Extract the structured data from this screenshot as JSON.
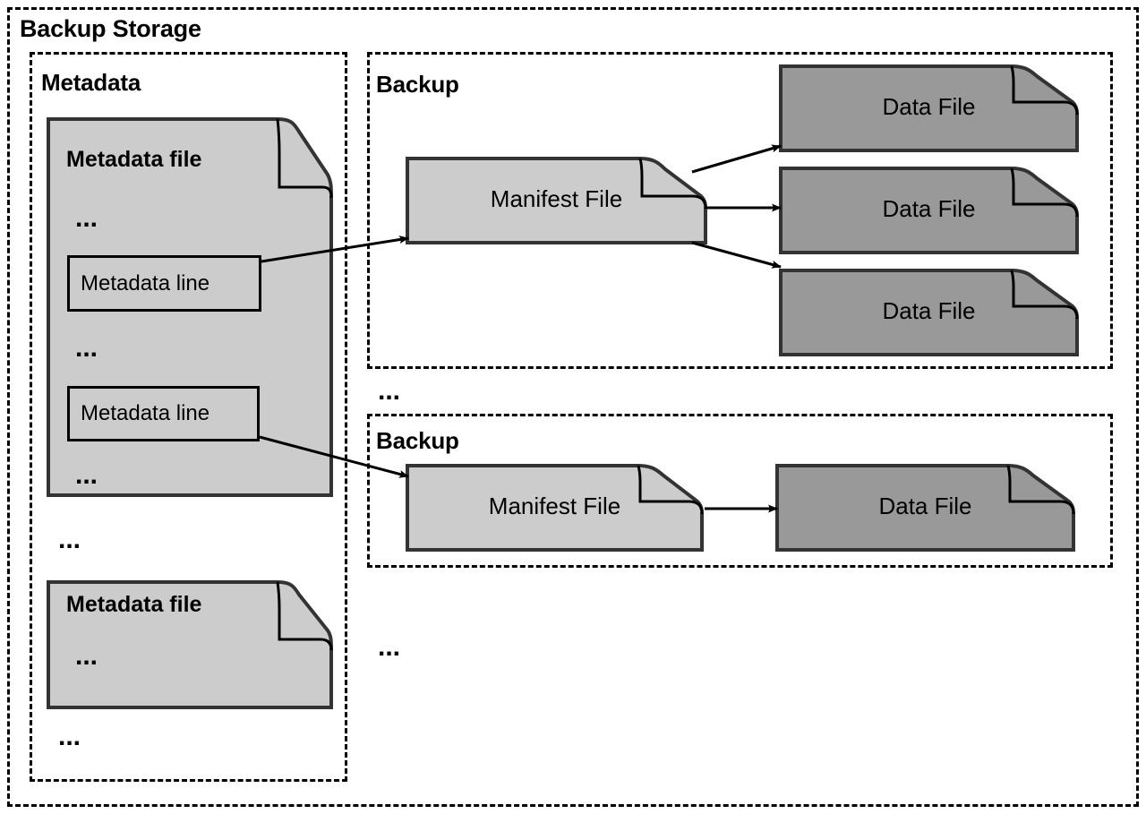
{
  "diagram": {
    "title": "Backup Storage",
    "colors": {
      "outline": "#000000",
      "light_fill": "#cccccc",
      "dark_fill": "#999999",
      "background": "#ffffff"
    },
    "groups": {
      "metadata": {
        "title": "Metadata"
      },
      "backup_one": {
        "title": "Backup"
      },
      "backup_two": {
        "title": "Backup"
      }
    },
    "metadata_files": [
      {
        "title": "Metadata file",
        "rows": [
          {
            "kind": "ellipsis",
            "text": "..."
          },
          {
            "kind": "line",
            "text": "Metadata line"
          },
          {
            "kind": "ellipsis",
            "text": "..."
          },
          {
            "kind": "line",
            "text": "Metadata line"
          },
          {
            "kind": "ellipsis",
            "text": "..."
          }
        ]
      },
      {
        "title": "Metadata file",
        "rows": [
          {
            "kind": "ellipsis",
            "text": "..."
          }
        ]
      }
    ],
    "ellipses": {
      "after_first_metadata_file": "...",
      "after_second_metadata_file": "...",
      "between_backups": "...",
      "after_backups": "..."
    },
    "backup_one": {
      "manifest": {
        "label": "Manifest File"
      },
      "data_files": [
        {
          "label": "Data File"
        },
        {
          "label": "Data File"
        },
        {
          "label": "Data File"
        }
      ]
    },
    "backup_two": {
      "manifest": {
        "label": "Manifest File"
      },
      "data_files": [
        {
          "label": "Data File"
        }
      ]
    }
  }
}
